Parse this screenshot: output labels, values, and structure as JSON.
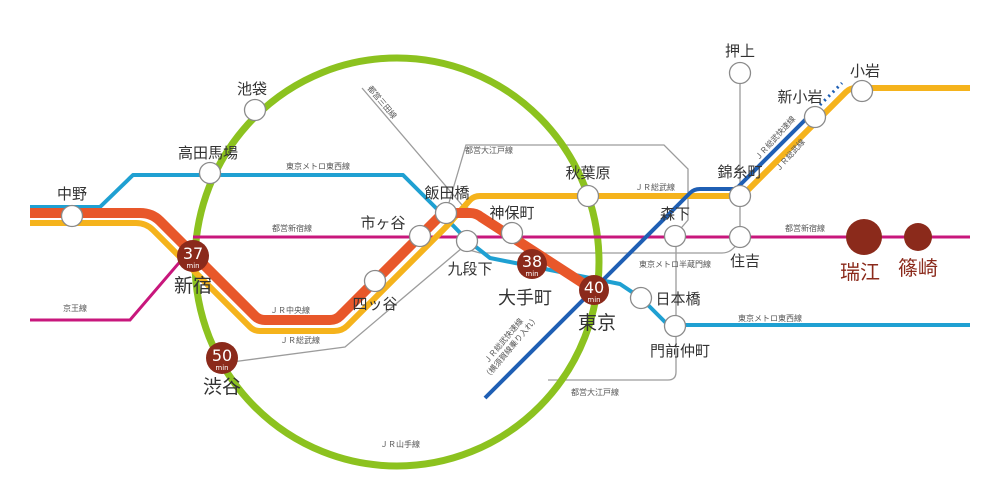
{
  "stations": {
    "nakano": "中野",
    "takadanobaba": "高田馬場",
    "ikebukuro": "池袋",
    "shinjuku": "新宿",
    "shibuya": "渋谷",
    "yotsuya": "四ッ谷",
    "ichigaya": "市ヶ谷",
    "iidabashi": "飯田橋",
    "kudanshita": "九段下",
    "jimbocho": "神保町",
    "otemachi": "大手町",
    "tokyo": "東京",
    "akihabara": "秋葉原",
    "nihombashi": "日本橋",
    "monzennakacho": "門前仲町",
    "morishita": "森下",
    "kinshicho": "錦糸町",
    "sumiyoshi": "住吉",
    "oshiage": "押上",
    "shinkoiwa": "新小岩",
    "koiwa": "小岩",
    "mizue": "瑞江",
    "shinozaki": "篠崎"
  },
  "travel_times": {
    "unit": "min",
    "shinjuku": 37,
    "shibuya": 50,
    "otemachi": 38,
    "tokyo": 40
  },
  "line_labels": {
    "tozai_west": "東京メトロ東西線",
    "shinjuku_line_west": "都営新宿線",
    "chuo": "ＪＲ中央線",
    "sobu_west": "ＪＲ総武線",
    "keio": "京王線",
    "yamanote": "ＪＲ山手線",
    "mita": "都営三田線",
    "oedo_north": "都営大江戸線",
    "sobu_east": "ＪＲ総武線",
    "shinjuku_line_east": "都営新宿線",
    "hanzomon": "東京メトロ半蔵門線",
    "tozai_east": "東京メトロ東西線",
    "sobu_rapid_south": "ＪＲ総武快速線",
    "sobu_rapid_south_note": "（横須賀線乗り入れ）",
    "oedo_south": "都営大江戸線",
    "sobu_rapid_north": "ＪＲ総武快速線",
    "sobu_north": "ＪＲ総武線"
  },
  "colors": {
    "yamanote": "#8cc21f",
    "chuo": "#e8572a",
    "sobu": "#f5b31c",
    "tozai": "#1fa0d2",
    "shinjuku_line": "#c8177c",
    "sobu_rapid": "#1f5fb4",
    "subway_other": "#9c9c9c",
    "highlight": "#8b2a1b"
  }
}
